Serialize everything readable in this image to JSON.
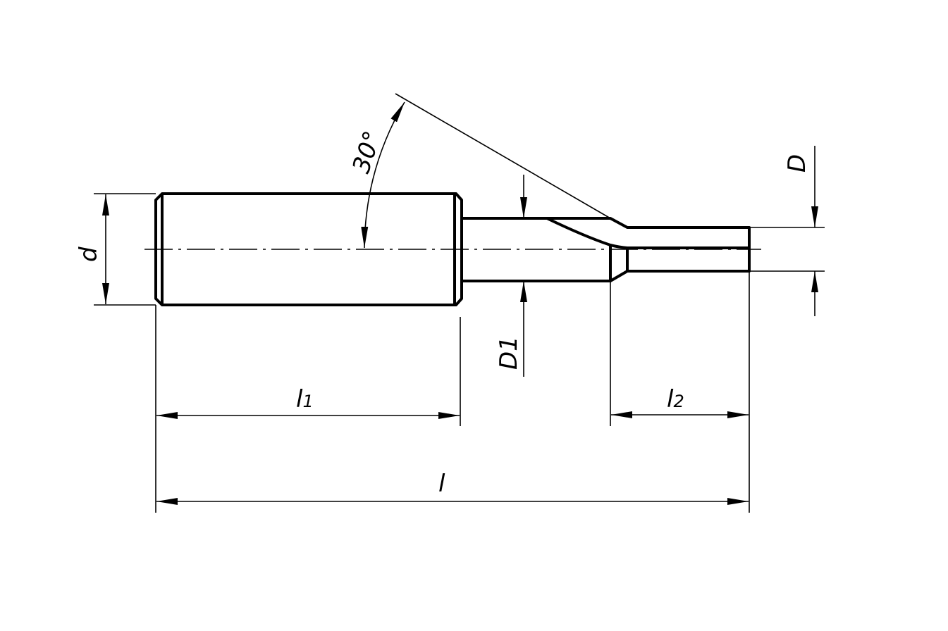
{
  "labels": {
    "d": "d",
    "D": "D",
    "D1": "D1",
    "l": "l",
    "l1_main": "l",
    "l1_sub": "1",
    "l2_main": "l",
    "l2_sub": "2",
    "angle": "30°"
  }
}
